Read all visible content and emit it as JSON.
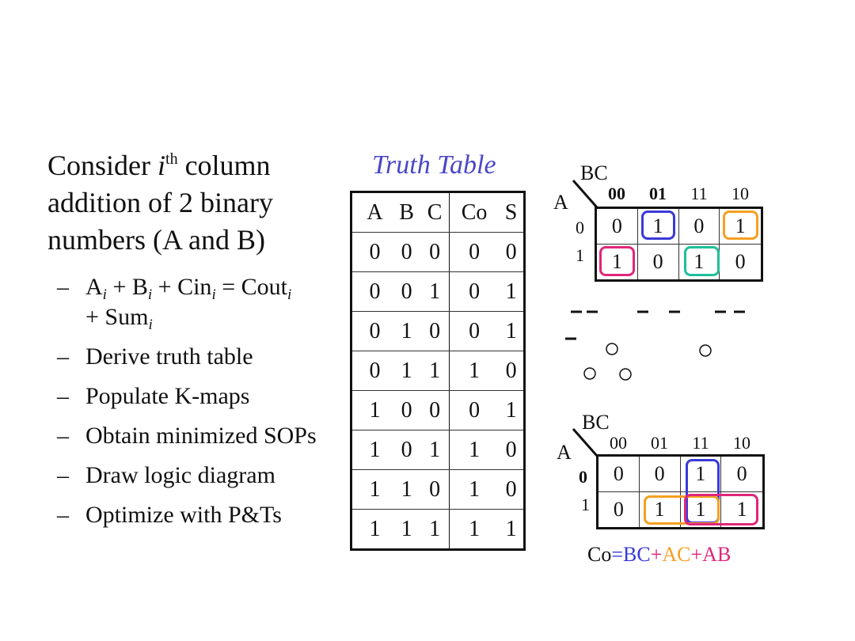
{
  "heading": {
    "part1": "Consider ",
    "i": "i",
    "sup": "th",
    "part2": " column addition of 2 binary numbers (A and B)"
  },
  "bullets": {
    "dash": "–",
    "eq": {
      "a": "A",
      "i": "i",
      "p1": " + B",
      "p2": " + Cin",
      "p3": " = Cout",
      "p4": "+ Sum"
    },
    "items": [
      "Derive truth table",
      "Populate K-maps",
      "Obtain minimized SOPs",
      "Draw logic diagram",
      "Optimize with P&Ts"
    ]
  },
  "truth_table": {
    "title": "Truth Table",
    "headers": [
      "A",
      "B",
      "C",
      "Co",
      "S"
    ],
    "rows": [
      [
        "0",
        "0",
        "0",
        "0",
        "0"
      ],
      [
        "0",
        "0",
        "1",
        "0",
        "1"
      ],
      [
        "0",
        "1",
        "0",
        "0",
        "1"
      ],
      [
        "0",
        "1",
        "1",
        "1",
        "0"
      ],
      [
        "1",
        "0",
        "0",
        "0",
        "1"
      ],
      [
        "1",
        "0",
        "1",
        "1",
        "0"
      ],
      [
        "1",
        "1",
        "0",
        "1",
        "0"
      ],
      [
        "1",
        "1",
        "1",
        "1",
        "1"
      ]
    ]
  },
  "kmap_sum": {
    "bc": "BC",
    "a": "A",
    "cols": [
      "00",
      "01",
      "11",
      "10"
    ],
    "rows": [
      "0",
      "1"
    ],
    "cells": [
      "0",
      "1",
      "0",
      "1",
      "1",
      "0",
      "1",
      "0"
    ]
  },
  "kmap_carry": {
    "bc": "BC",
    "a": "A",
    "cols": [
      "00",
      "01",
      "11",
      "10"
    ],
    "rows": [
      "0",
      "1"
    ],
    "cells": [
      "0",
      "0",
      "1",
      "0",
      "0",
      "1",
      "1",
      "1"
    ]
  },
  "equation": {
    "co": "Co",
    "eq": "=",
    "bc": "BC",
    "plus": "+",
    "ac": "AC",
    "ab": "AB"
  },
  "colors": {
    "blue": "#3a3ad8",
    "orange": "#f5a022",
    "pink": "#e0267a",
    "teal": "#1fbf9a",
    "title": "#4a46c8"
  }
}
